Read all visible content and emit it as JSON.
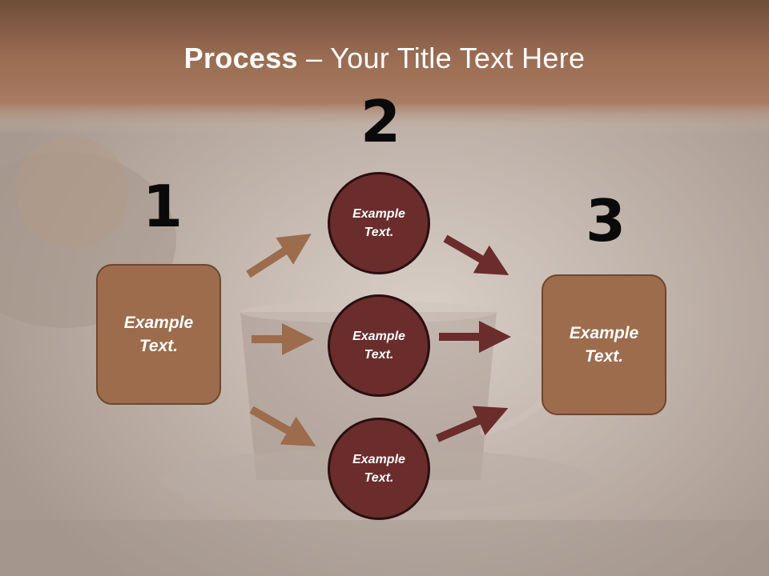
{
  "title": {
    "bold": "Process",
    "rest": " – Your Title Text Here"
  },
  "numbers": [
    "1",
    "2",
    "3"
  ],
  "left_box": {
    "text": "Example\nText."
  },
  "right_box": {
    "text": "Example\nText."
  },
  "circles": [
    {
      "text": "Example\nText."
    },
    {
      "text": "Example\nText."
    },
    {
      "text": "Example\nText."
    }
  ],
  "colors": {
    "box": "#9c6c4c",
    "circle": "#6b2c2c",
    "arrow_light": "#9c6c4c",
    "arrow_dark": "#6b2c2c"
  }
}
